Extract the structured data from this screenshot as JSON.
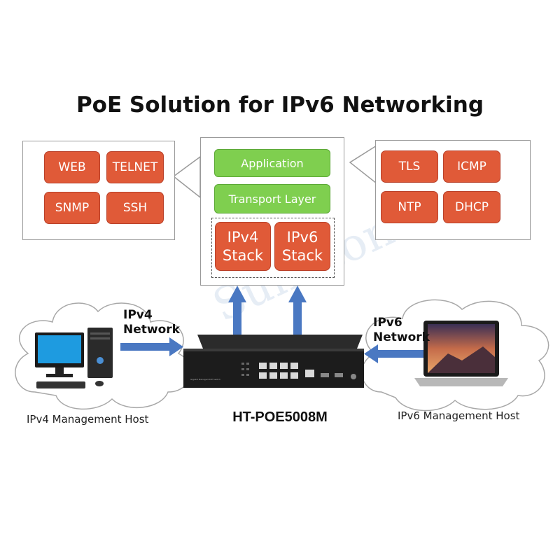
{
  "title": "PoE Solution for IPv6 Networking",
  "left_panel": {
    "items": [
      "WEB",
      "TELNET",
      "SNMP",
      "SSH"
    ]
  },
  "center_panel": {
    "application": "Application",
    "transport": "Transport Layer",
    "ipv4_stack": {
      "line1": "IPv4",
      "line2": "Stack"
    },
    "ipv6_stack": {
      "line1": "IPv6",
      "line2": "Stack"
    }
  },
  "right_panel": {
    "items": [
      "TLS",
      "ICMP",
      "NTP",
      "DHCP"
    ]
  },
  "left_network": {
    "line1": "IPv4",
    "line2": "Network"
  },
  "right_network": {
    "line1": "IPv6",
    "line2": "Network"
  },
  "left_host_label": "IPv4 Management Host",
  "right_host_label": "IPv6 Management Host",
  "switch_model": "HT-POE5008M",
  "switch_panel_text": "Gigabit Managed PoE Switch",
  "watermark": "SunStone",
  "colors": {
    "protocol_box": "#e05a38",
    "layer_box": "#7fcf4f",
    "arrow": "#4a78c2",
    "cloud_stroke": "#a8a8a8"
  }
}
